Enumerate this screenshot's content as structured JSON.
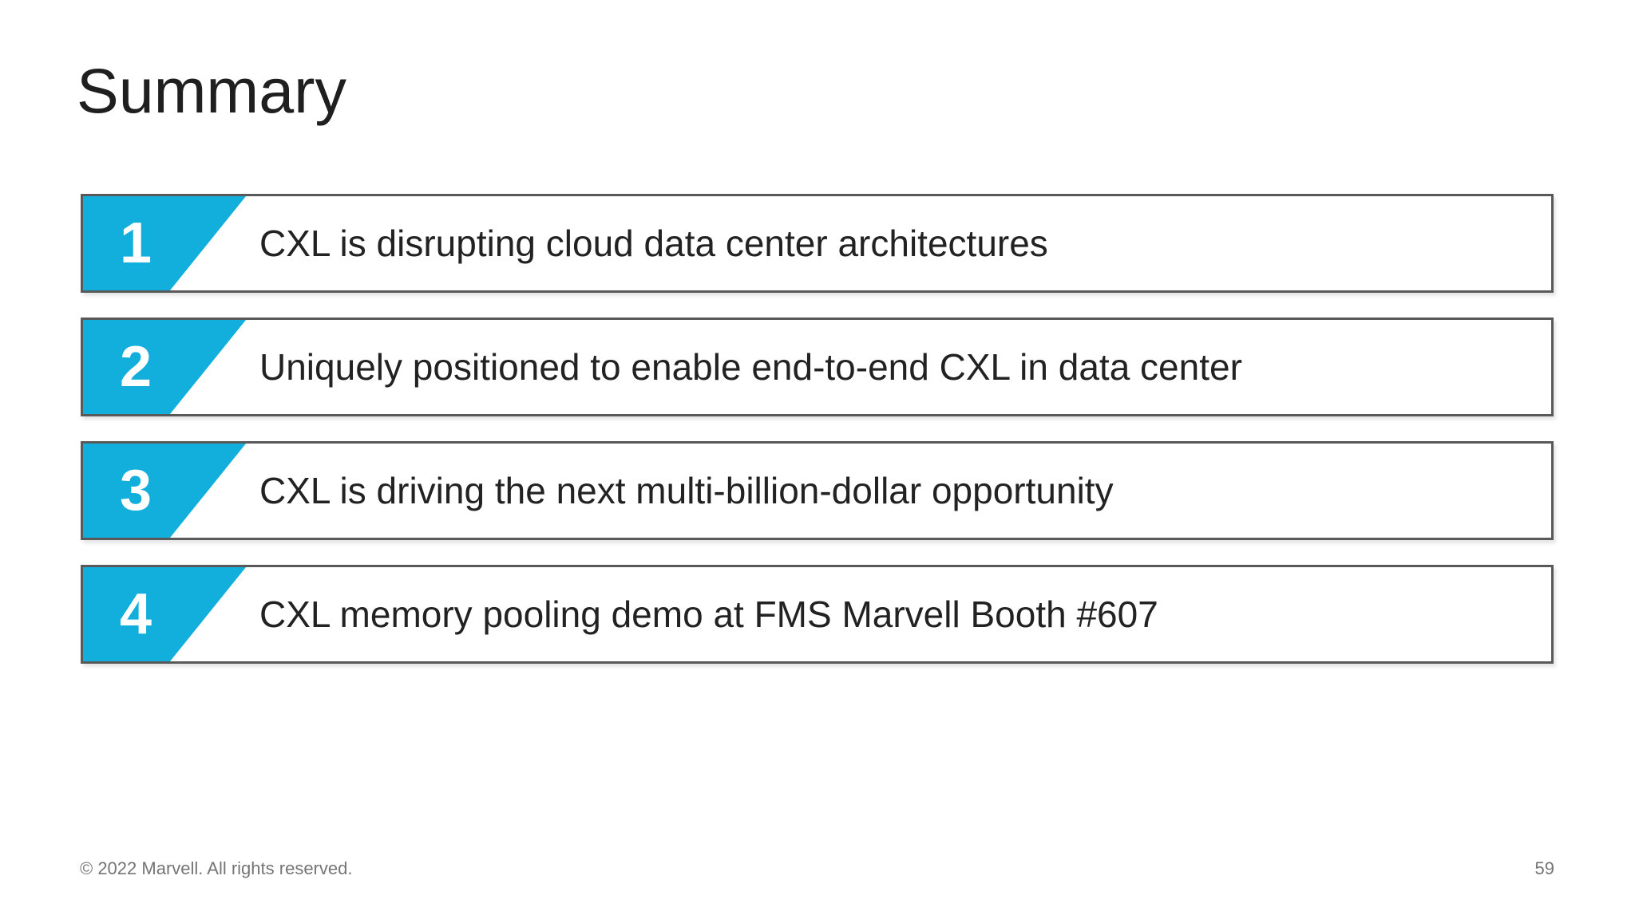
{
  "title": "Summary",
  "rows": [
    {
      "number": "1",
      "text": "CXL is disrupting cloud data center architectures"
    },
    {
      "number": "2",
      "text": "Uniquely positioned to enable end-to-end CXL in data center"
    },
    {
      "number": "3",
      "text": "CXL is driving the next multi-billion-dollar opportunity"
    },
    {
      "number": "4",
      "text": "CXL memory pooling demo at FMS Marvell Booth #607"
    }
  ],
  "footer": {
    "copyright": "© 2022 Marvell. All rights reserved.",
    "page_number": "59"
  },
  "colors": {
    "accent_cyan": "#12AEDC",
    "border_gray": "#595959",
    "text_dark": "#222222",
    "footer_gray": "#757575"
  }
}
